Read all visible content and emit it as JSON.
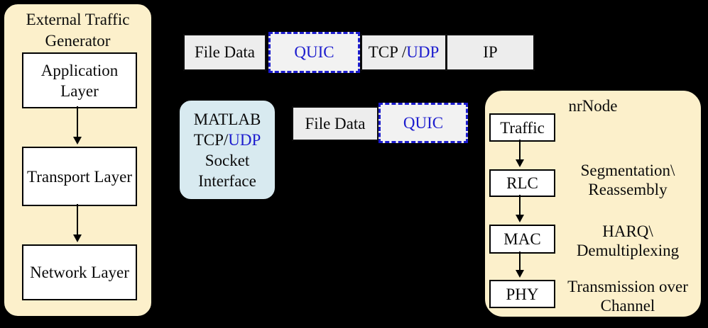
{
  "colors": {
    "cream_panel": "#FCF0CB",
    "light_blue_panel": "#D8EAF0",
    "gray_box": "#EDEDED",
    "quic_box_bg": "#F2F2F2",
    "blue_accent": "#1C1CCE",
    "background": "#000000"
  },
  "external_generator": {
    "title_line1": "External Traffic",
    "title_line2": "Generator",
    "layers": [
      {
        "label": "Application Layer"
      },
      {
        "label": "Transport Layer"
      },
      {
        "label": "Network Layer"
      }
    ]
  },
  "top_stack": {
    "file_data": "File Data",
    "quic": "QUIC",
    "tcp_black": "TCP /",
    "tcp_blue": "UDP",
    "ip": "IP"
  },
  "matlab_box": {
    "line1": "MATLAB",
    "line2_black": "TCP/",
    "line2_blue": "UDP",
    "line3": "Socket",
    "line4": "Interface"
  },
  "mid_stack": {
    "file_data": "File Data",
    "quic": "QUIC"
  },
  "nrnode": {
    "title": "nrNode",
    "blocks": [
      {
        "label": "Traffic"
      },
      {
        "label": "RLC"
      },
      {
        "label": "MAC"
      },
      {
        "label": "PHY"
      }
    ],
    "annotations": [
      {
        "line1": "Segmentation\\",
        "line2": "Reassembly"
      },
      {
        "line1": "HARQ\\",
        "line2": "Demultiplexing"
      },
      {
        "line1": "Transmission over",
        "line2": "Channel"
      }
    ]
  }
}
